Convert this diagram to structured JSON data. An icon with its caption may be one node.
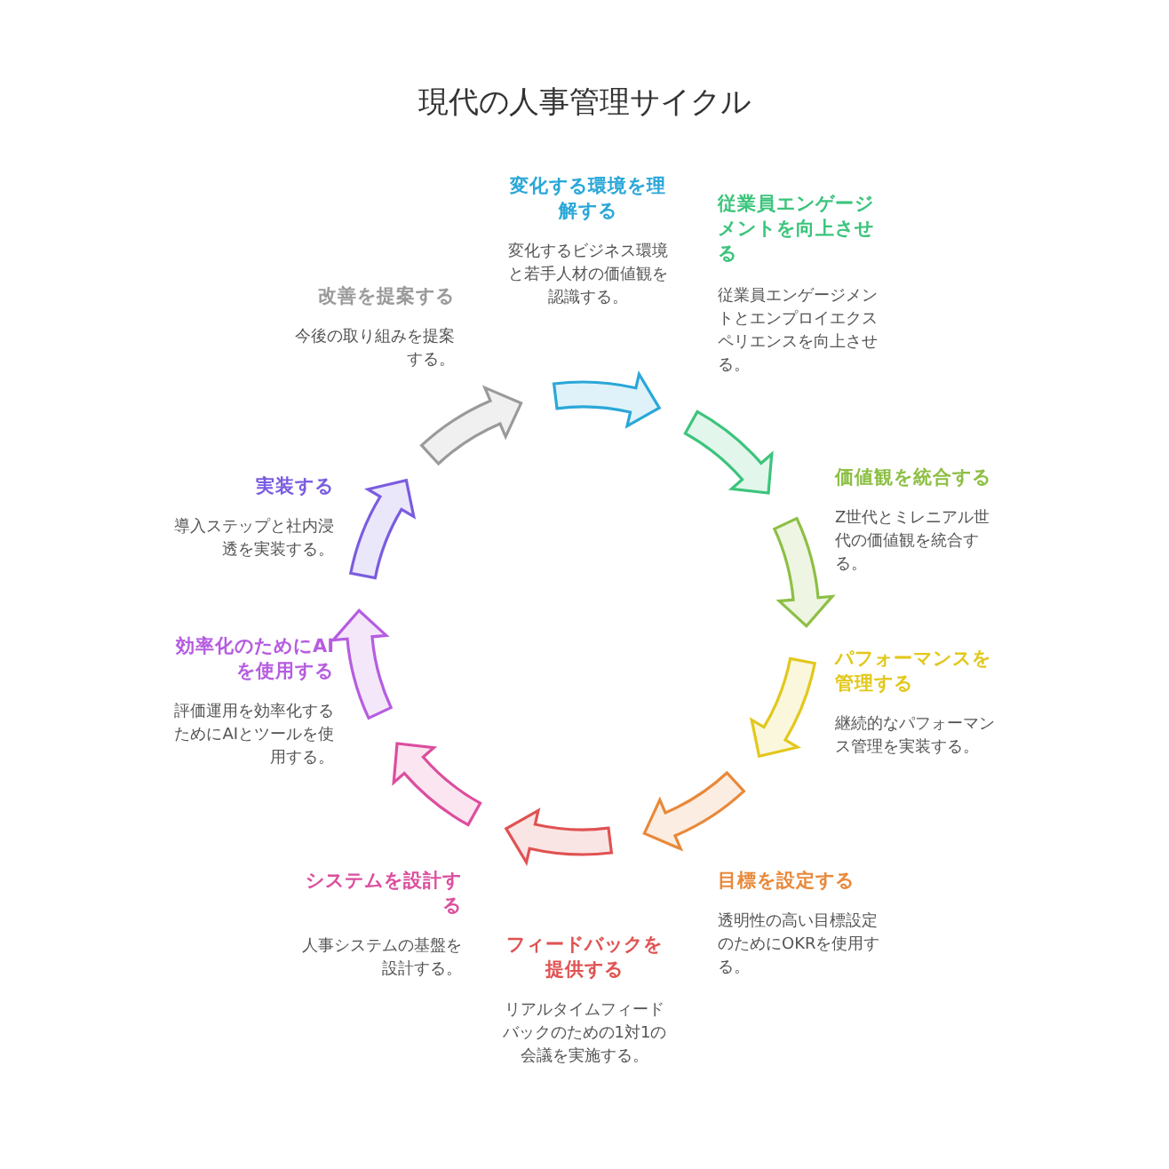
{
  "diagram": {
    "title": "現代の人事管理サイクル",
    "nodes": [
      {
        "text": [
          "変化する環境を理解する",
          "変化するビジネス環境と若手人材の価値観を認識する。"
        ]
      },
      {
        "text": [
          "従業員エンゲージメントを向上させる",
          "従業員エンゲージメントとエンプロイエクスペリエンスを向上させる。"
        ]
      },
      {
        "text": [
          "価値観を統合する",
          "Z世代とミレニアル世代の価値観を統合する。"
        ]
      },
      {
        "text": [
          "パフォーマンスを管理する",
          "継続的なパフォーマンス管理を実装する。"
        ]
      },
      {
        "text": [
          "目標を設定する",
          "透明性の高い目標設定のためにOKRを使用する。"
        ]
      },
      {
        "text": [
          "フィードバックを提供する",
          "リアルタイムフィードバックのための1対1の会議を実施する。"
        ]
      },
      {
        "text": [
          "システムを設計する",
          "人事システムの基盤を設計する。"
        ]
      },
      {
        "text": [
          "効率化のためにAIを使用する",
          "評価運用を効率化するためにAIとツールを使用する。"
        ]
      },
      {
        "text": [
          "実装する",
          "導入ステップと社内浸透を実装する。"
        ]
      },
      {
        "text": [
          "改善を提案する",
          "今後の取り組みを提案する。"
        ]
      }
    ]
  }
}
